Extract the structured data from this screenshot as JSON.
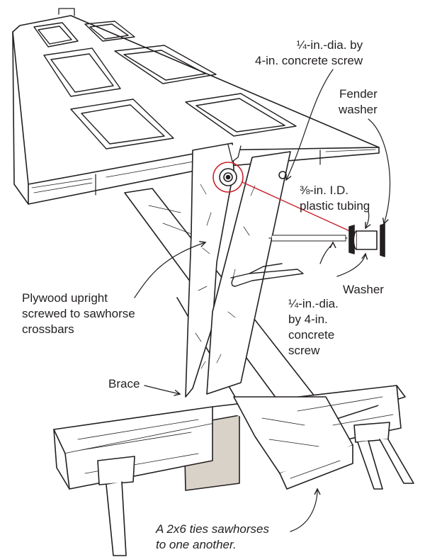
{
  "colors": {
    "ink": "#231f20",
    "wood_shade": "#d9d2c8",
    "highlight": "#c8202a"
  },
  "callouts": {
    "screw_top": {
      "lines": [
        "¼-in.-dia. by",
        "4-in. concrete screw"
      ]
    },
    "fender_washer": {
      "lines": [
        "Fender",
        "washer"
      ]
    },
    "tubing": {
      "lines": [
        "⅜-in. I.D.",
        "plastic tubing"
      ]
    },
    "washer": {
      "lines": [
        "Washer"
      ]
    },
    "screw_bottom": {
      "lines": [
        "¼-in.-dia.",
        "by 4-in.",
        "concrete",
        "screw"
      ]
    },
    "plywood_upright": {
      "lines": [
        "Plywood upright",
        "screwed to sawhorse",
        "crossbars"
      ]
    },
    "brace": {
      "lines": [
        "Brace"
      ]
    },
    "tie": {
      "lines": [
        "A 2x6 ties sawhorses",
        "to one another."
      ]
    }
  }
}
